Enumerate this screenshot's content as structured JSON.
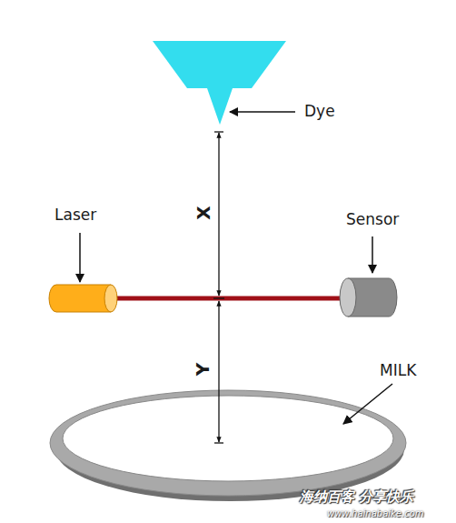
{
  "diagram": {
    "labels": [
      "Dye",
      "X",
      "Laser",
      "Sensor",
      "Y",
      "MILK",
      "海纳百客 分享快乐",
      "www.hainabaike.com"
    ]
  }
}
